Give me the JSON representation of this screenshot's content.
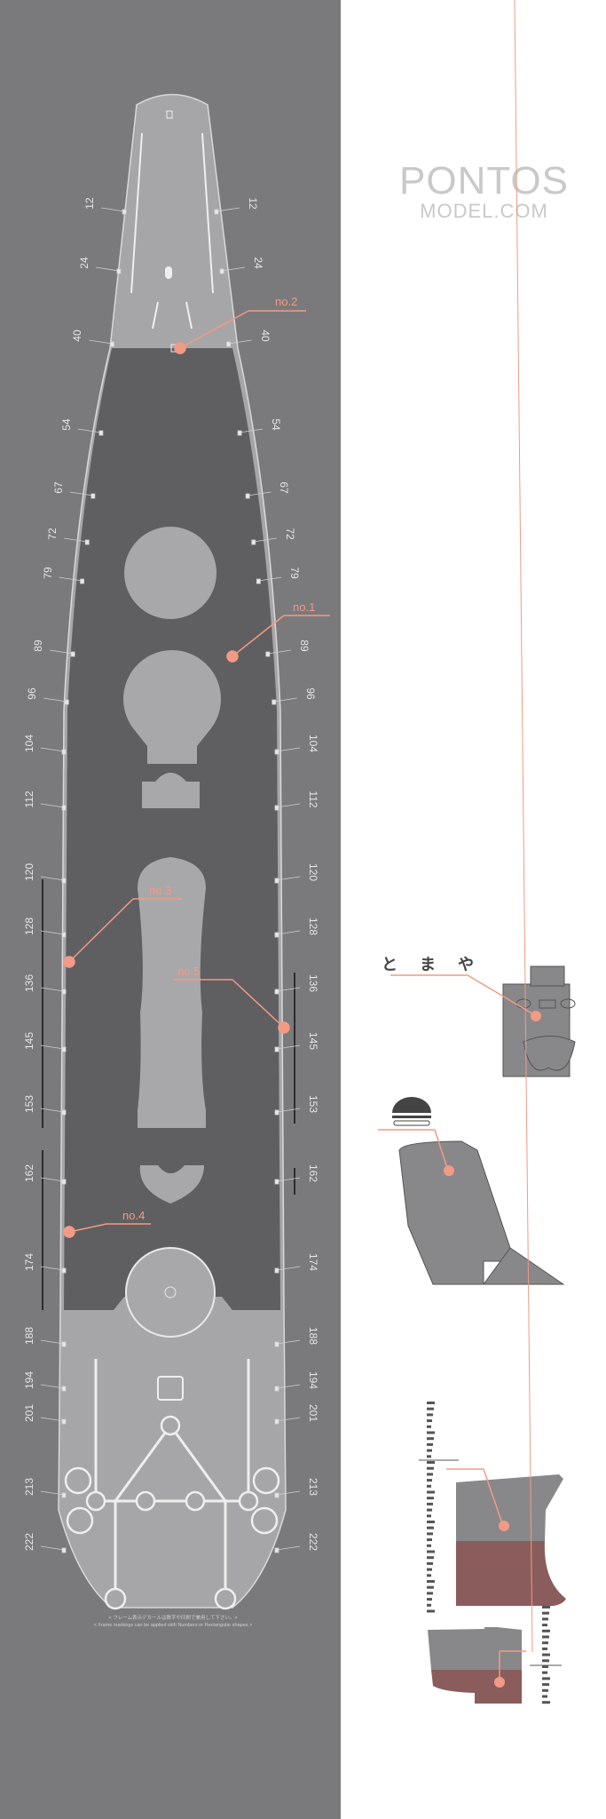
{
  "logo": {
    "brand": "PONTOS",
    "site": "MODEL.COM"
  },
  "frames": [
    "12",
    "24",
    "40",
    "54",
    "67",
    "72",
    "79",
    "89",
    "96",
    "104",
    "112",
    "120",
    "128",
    "136",
    "145",
    "153",
    "162",
    "174",
    "188",
    "194",
    "201",
    "213",
    "222"
  ],
  "callouts": {
    "no1": "no.1",
    "no2": "no.2",
    "no3": "no.3",
    "no4": "no.4",
    "no5": "no.5"
  },
  "stern_name": "と ま や",
  "note": {
    "jp": "< フレーム表示デカールは数字や印刷で兼用して下さい。>",
    "en": "< Frame markings can be applied with Numbers or Rectangular shapes >"
  },
  "colors": {
    "panel": "#7a7a7c",
    "deck": "#5f5f61",
    "light": "#a8a8aa",
    "accent": "#f39a85",
    "hull_red": "#8a5a5a",
    "hull_gray": "#88888a"
  }
}
